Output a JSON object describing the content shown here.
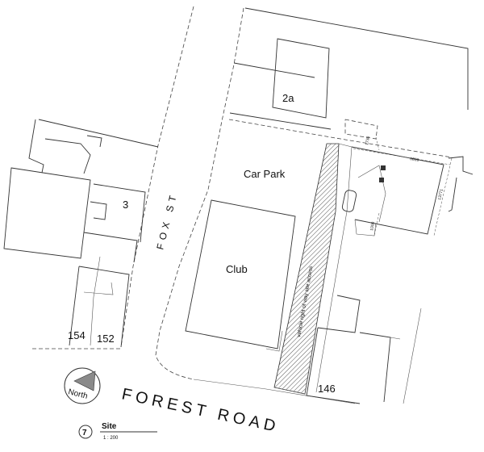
{
  "labels": {
    "lot_2a": "2a",
    "car_park": "Car Park",
    "fox_st": "FOX ST",
    "lot_3": "3",
    "club": "Club",
    "access": "vehicle right of way site access",
    "lot_154": "154",
    "lot_152": "152",
    "lot_146": "146",
    "forest_road": "FOREST ROAD",
    "north": "North"
  },
  "dimensions": {
    "d1": "1730",
    "d2": "6839",
    "d3": "13771",
    "d4": "1000"
  },
  "title_block": {
    "number": "7",
    "title": "Site",
    "scale": "1 : 200"
  },
  "colors": {
    "line": "#333333",
    "hatch": "#555555",
    "compass_fill": "#8a8a8a"
  }
}
